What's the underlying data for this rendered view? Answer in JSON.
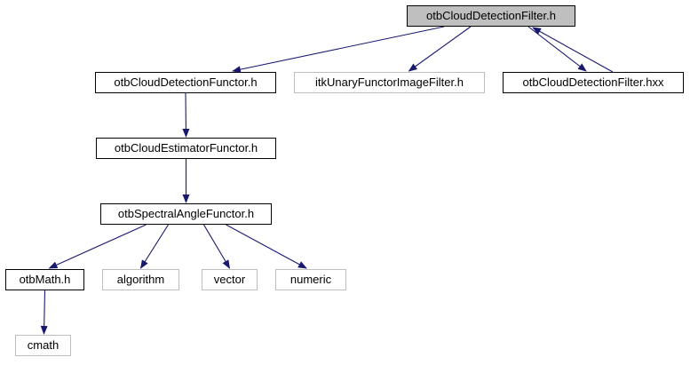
{
  "diagram": {
    "kind": "include-dependency-graph",
    "background": "#ffffff",
    "arrow_color": "#191970",
    "main_node_fill": "#bfbfbf",
    "internal_border": "#000000",
    "external_border": "#bebebe",
    "nodes": {
      "filter_h": {
        "label": "otbCloudDetectionFilter.h",
        "type": "main"
      },
      "functor_h": {
        "label": "otbCloudDetectionFunctor.h",
        "type": "internal"
      },
      "itk_unary": {
        "label": "itkUnaryFunctorImageFilter.h",
        "type": "external"
      },
      "filter_hxx": {
        "label": "otbCloudDetectionFilter.hxx",
        "type": "internal"
      },
      "estimator_h": {
        "label": "otbCloudEstimatorFunctor.h",
        "type": "internal"
      },
      "spectral_h": {
        "label": "otbSpectralAngleFunctor.h",
        "type": "internal"
      },
      "math_h": {
        "label": "otbMath.h",
        "type": "internal"
      },
      "algorithm": {
        "label": "algorithm",
        "type": "external"
      },
      "vector": {
        "label": "vector",
        "type": "external"
      },
      "numeric": {
        "label": "numeric",
        "type": "external"
      },
      "cmath": {
        "label": "cmath",
        "type": "external"
      }
    },
    "edges": [
      {
        "from": "node-otbclouddetectionfilter-h",
        "to": "node-otbclouddetectionfunctor-h",
        "fromDx": -53,
        "toDx": 53
      },
      {
        "from": "node-otbclouddetectionfilter-h",
        "to": "node-itkunaryfunctorimagefilter-h",
        "fromDx": -23,
        "toDx": 22
      },
      {
        "from": "node-otbclouddetectionfilter-h",
        "to": "node-otbclouddetectionfilter-hxx",
        "fromDx": 42,
        "toDx": -8
      },
      {
        "from": "node-otbclouddetectionfilter-hxx",
        "to": "node-otbclouddetectionfilter-h",
        "fromDx": 22,
        "toDx": 47
      },
      {
        "from": "node-otbclouddetectionfunctor-h",
        "to": "node-otbcloudestimatorfunctor-h"
      },
      {
        "from": "node-otbcloudestimatorfunctor-h",
        "to": "node-otbspectralanglefunctor-h"
      },
      {
        "from": "node-otbspectralanglefunctor-h",
        "to": "node-otbmath-h",
        "fromDx": -45,
        "toDx": 5
      },
      {
        "from": "node-otbspectralanglefunctor-h",
        "to": "node-algorithm",
        "fromDx": -20
      },
      {
        "from": "node-otbspectralanglefunctor-h",
        "to": "node-vector",
        "fromDx": 20
      },
      {
        "from": "node-otbspectralanglefunctor-h",
        "to": "node-numeric",
        "fromDx": 45,
        "toDx": -5
      },
      {
        "from": "node-otbmath-h",
        "to": "node-cmath",
        "toDx": 1
      }
    ]
  }
}
